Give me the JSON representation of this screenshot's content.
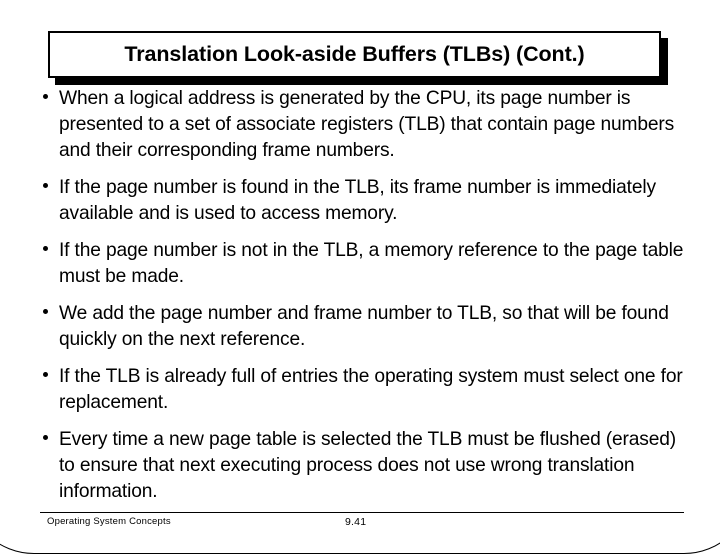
{
  "slide": {
    "title": "Translation Look-aside Buffers (TLBs) (Cont.)",
    "bullets": [
      {
        "marker": "round-bullet",
        "text": "When a logical address is generated by the CPU, its page number is presented to a set of associate registers (TLB) that contain page numbers and their corresponding frame numbers."
      },
      {
        "marker": "round-bullet",
        "text": "If the page number is found in the TLB, its frame number is immediately available and is used to access memory."
      },
      {
        "marker": "round-bullet",
        "text": "If the page number is not in the TLB, a memory reference to the page table must be made."
      },
      {
        "marker": "round-bullet",
        "text": "We add the page number and frame number to TLB, so that will be found quickly on the next reference."
      },
      {
        "marker": "round-bullet",
        "text": "If the TLB is already full of entries the operating system must select one for replacement."
      },
      {
        "marker": "round-bullet",
        "text": "Every time a new page table is selected the TLB must be flushed (erased) to ensure that next executing process does not use wrong translation information."
      }
    ],
    "footer": {
      "source": "Operating System Concepts",
      "page_number": "9.41"
    },
    "colors": {
      "background": "#ffffff",
      "text": "#000000",
      "title_border": "#000000",
      "title_shadow": "#000000",
      "frame_border": "#000000"
    }
  }
}
